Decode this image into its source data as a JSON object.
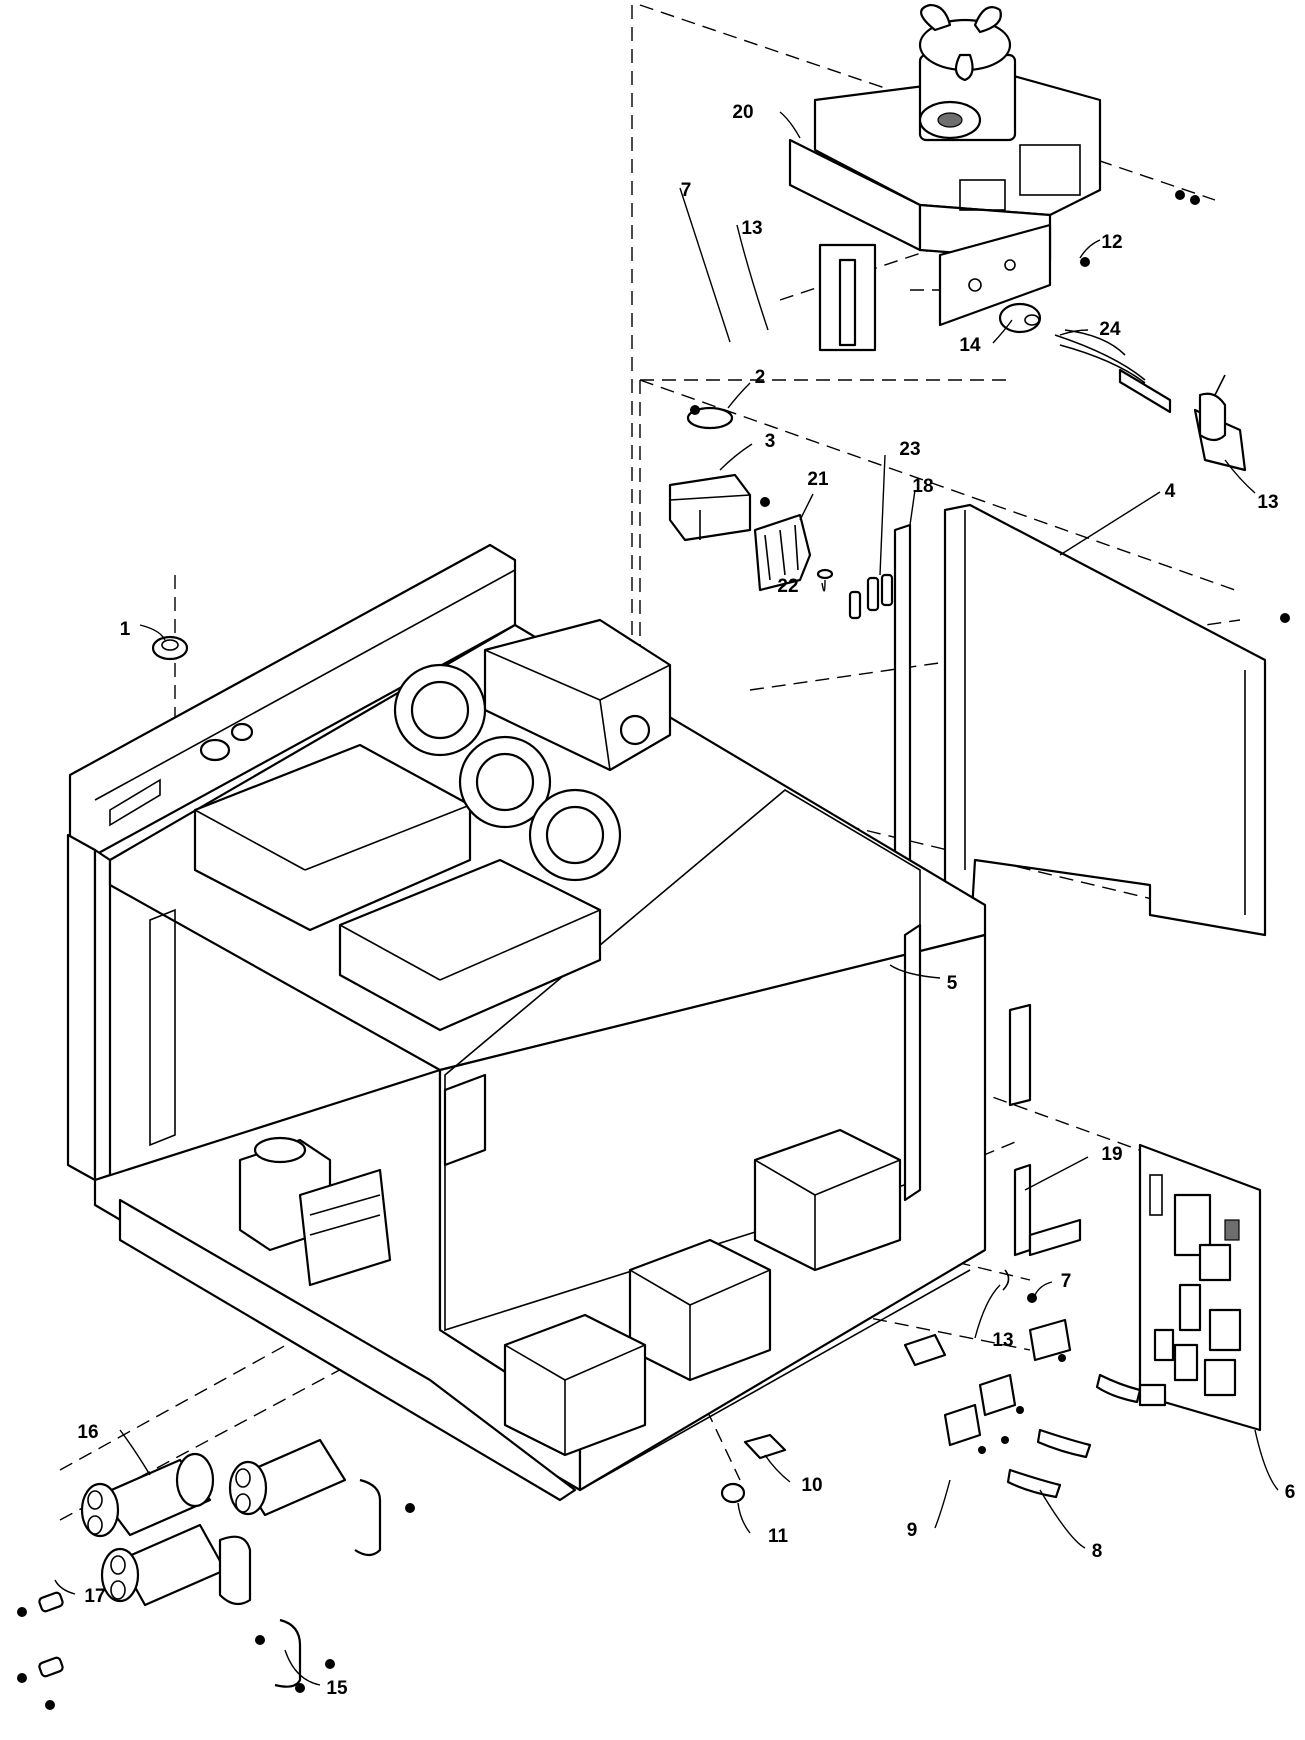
{
  "diagram": {
    "callouts": [
      {
        "id": "c1",
        "label": "1"
      },
      {
        "id": "c2",
        "label": "2"
      },
      {
        "id": "c3",
        "label": "3"
      },
      {
        "id": "c4",
        "label": "4"
      },
      {
        "id": "c5",
        "label": "5"
      },
      {
        "id": "c6",
        "label": "6"
      },
      {
        "id": "c7a",
        "label": "7"
      },
      {
        "id": "c7b",
        "label": "7"
      },
      {
        "id": "c8",
        "label": "8"
      },
      {
        "id": "c9",
        "label": "9"
      },
      {
        "id": "c10",
        "label": "10"
      },
      {
        "id": "c11",
        "label": "11"
      },
      {
        "id": "c12",
        "label": "12"
      },
      {
        "id": "c13a",
        "label": "13"
      },
      {
        "id": "c13b",
        "label": "13"
      },
      {
        "id": "c13c",
        "label": "13"
      },
      {
        "id": "c14",
        "label": "14"
      },
      {
        "id": "c15",
        "label": "15"
      },
      {
        "id": "c16",
        "label": "16"
      },
      {
        "id": "c17",
        "label": "17"
      },
      {
        "id": "c18",
        "label": "18"
      },
      {
        "id": "c19",
        "label": "19"
      },
      {
        "id": "c20",
        "label": "20"
      },
      {
        "id": "c21",
        "label": "21"
      },
      {
        "id": "c22",
        "label": "22"
      },
      {
        "id": "c23",
        "label": "23"
      },
      {
        "id": "c24",
        "label": "24"
      }
    ]
  }
}
